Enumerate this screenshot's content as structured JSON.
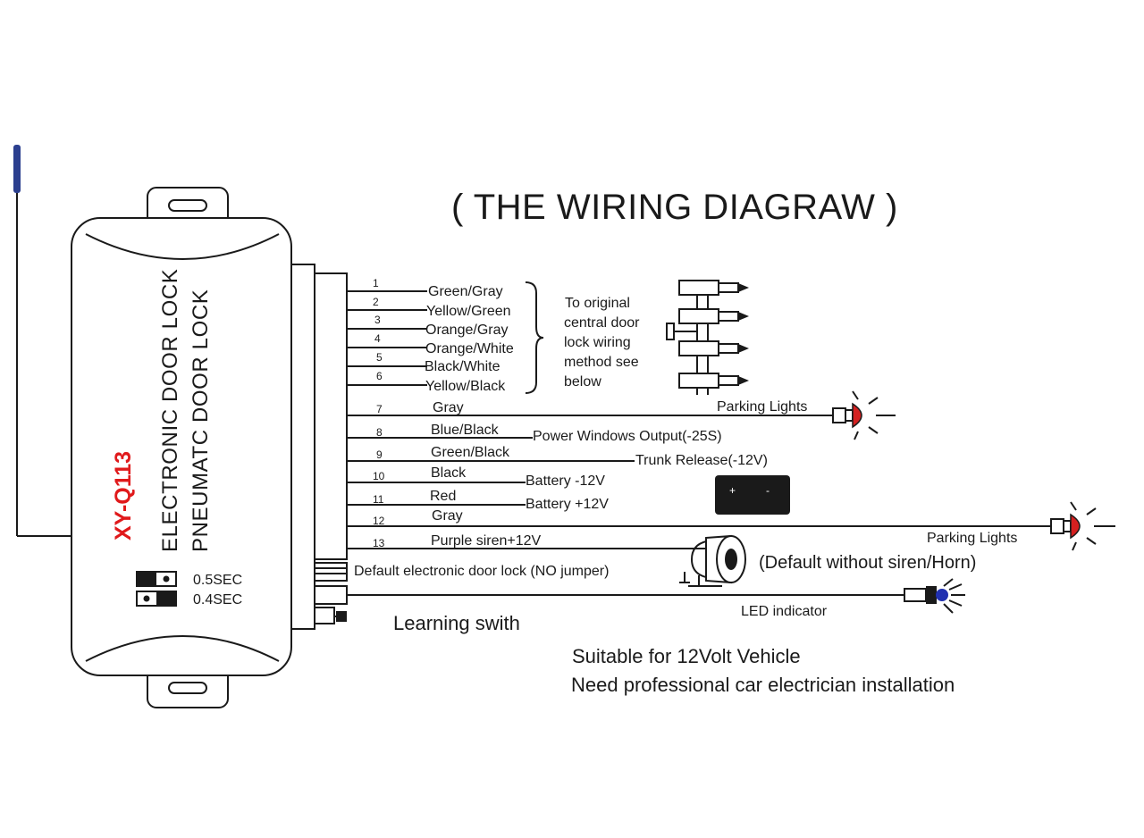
{
  "title": "( THE WIRING DIAGRAW )",
  "module": {
    "model": "XY-Q113",
    "line1": "ELECTRONIC DOOR LOCK",
    "line2": "PNEUMATC DOOR LOCK",
    "settings": [
      "0.5SEC",
      "0.4SEC"
    ]
  },
  "wires": [
    {
      "num": "1",
      "color": "Green/Gray"
    },
    {
      "num": "2",
      "color": "Yellow/Green"
    },
    {
      "num": "3",
      "color": "Orange/Gray"
    },
    {
      "num": "4",
      "color": "Orange/White"
    },
    {
      "num": "5",
      "color": "Black/White"
    },
    {
      "num": "6",
      "color": "Yellow/Black"
    },
    {
      "num": "7",
      "color": "Gray"
    },
    {
      "num": "8",
      "color": "Blue/Black"
    },
    {
      "num": "9",
      "color": "Green/Black"
    },
    {
      "num": "10",
      "color": "Black"
    },
    {
      "num": "11",
      "color": "Red"
    },
    {
      "num": "12",
      "color": "Gray"
    },
    {
      "num": "13",
      "color": "Purple siren+12V"
    }
  ],
  "central_lock_note": [
    "To original",
    "central door",
    "lock wiring",
    "method see",
    "below"
  ],
  "labels": {
    "parking_lights_1": "Parking Lights",
    "power_windows": "Power Windows Output(-25S)",
    "trunk_release": "Trunk Release(-12V)",
    "battery_neg": "Battery  -12V",
    "battery_pos": "Battery +12V",
    "parking_lights_2": "Parking Lights",
    "siren_note": "(Default without siren/Horn)",
    "door_lock_jumper": "Default electronic door lock (NO jumper)",
    "led_indicator": "LED indicator",
    "learning_switch": "Learning swith"
  },
  "notes": [
    "Suitable for 12Volt Vehicle",
    "Need professional car electrician installation"
  ],
  "colors": {
    "line": "#1a1a1a",
    "model_text": "#e0191b",
    "antenna_tip": "#2b3f8f",
    "lamp_red": "#d42020",
    "led_blue": "#2030b0"
  }
}
